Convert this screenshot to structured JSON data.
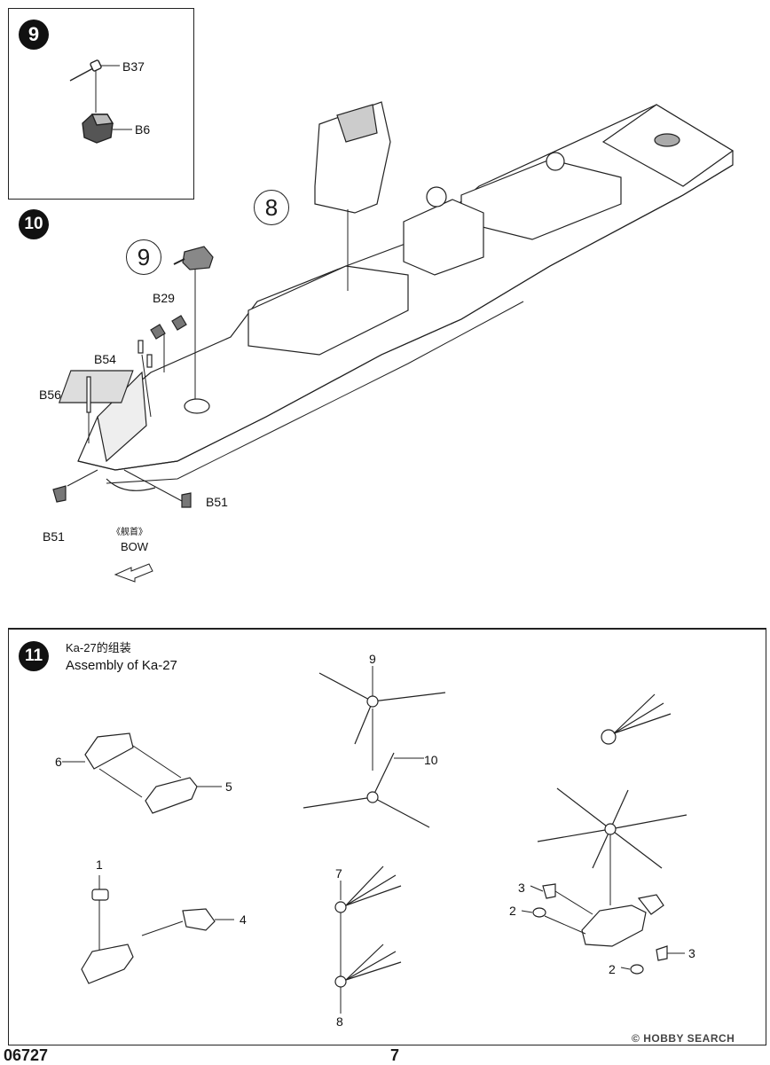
{
  "step9": {
    "number": "9",
    "labels": {
      "b37": "B37",
      "b6": "B6"
    }
  },
  "step10": {
    "number": "10",
    "ref_8": "8",
    "ref_9": "9",
    "labels": {
      "b29": "B29",
      "b54": "B54",
      "b56": "B56",
      "b51_right": "B51",
      "b51_left": "B51"
    },
    "bow_cn": "《舰首》",
    "bow_en": "BOW"
  },
  "step11": {
    "number": "11",
    "title_cn": "Ka-27的组装",
    "title_en": "Assembly of Ka-27",
    "part_labels": {
      "p1": "1",
      "p2a": "2",
      "p2b": "2",
      "p3a": "3",
      "p3b": "3",
      "p4": "4",
      "p5": "5",
      "p6": "6",
      "p7": "7",
      "p8": "8",
      "p9": "9",
      "p10": "10"
    }
  },
  "footer": {
    "product_code": "06727",
    "page_number": "7"
  },
  "watermark": {
    "brand": "HOBBY SEARCH",
    "symbol": "©"
  },
  "colors": {
    "line": "#222222",
    "badge_bg": "#111111",
    "paper": "#ffffff"
  }
}
